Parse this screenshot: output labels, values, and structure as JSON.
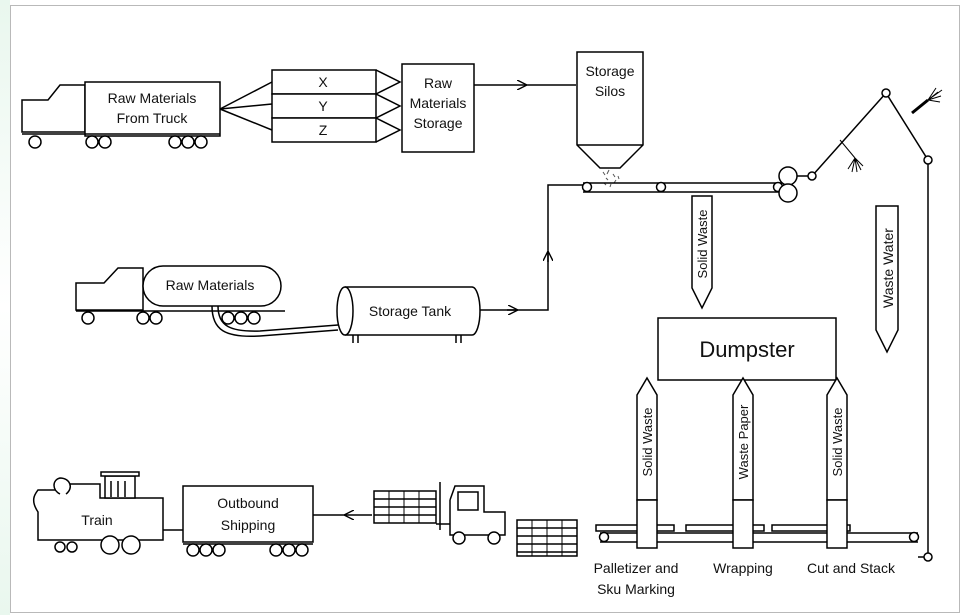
{
  "labels": {
    "raw_truck_line1": "Raw Materials",
    "raw_truck_line2": "From Truck",
    "x": "X",
    "y": "Y",
    "z": "Z",
    "rms_line1": "Raw",
    "rms_line2": "Materials",
    "rms_line3": "Storage",
    "silos_line1": "Storage",
    "silos_line2": "Silos",
    "tanker": "Raw Materials",
    "storage_tank": "Storage Tank",
    "solid_waste_top": "Solid Waste",
    "waste_water": "Waste Water",
    "dumpster": "Dumpster",
    "solid_waste_left": "Solid Waste",
    "waste_paper": "Waste Paper",
    "solid_waste_right": "Solid Waste",
    "train": "Train",
    "outbound_line1": "Outbound",
    "outbound_line2": "Shipping",
    "palletizer_line1": "Palletizer and",
    "palletizer_line2": "Sku Marking",
    "wrapping": "Wrapping",
    "cut_stack": "Cut and Stack"
  },
  "colors": {
    "stroke": "#000000",
    "frame": "#b9b9b9",
    "background": "#ffffff"
  }
}
